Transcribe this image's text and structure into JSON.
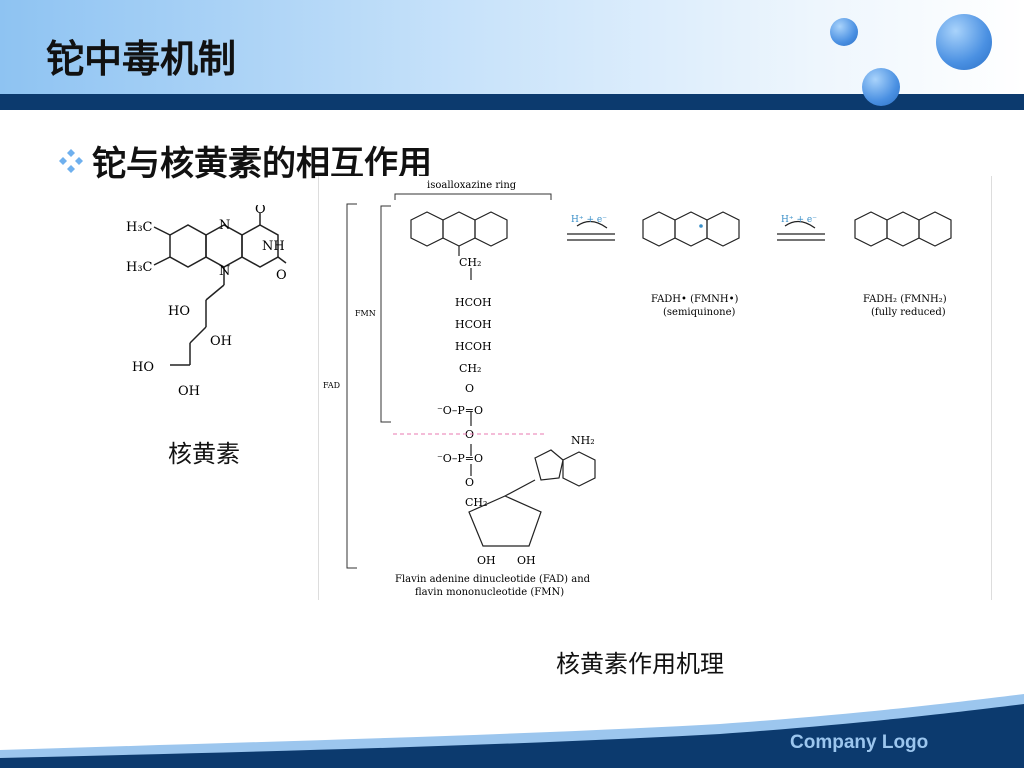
{
  "slide": {
    "title": "铊中毒机制",
    "subtitle": "铊与核黄素的相互作用",
    "company_logo": "Company Logo"
  },
  "left_figure": {
    "caption": "核黄素",
    "labels": {
      "h3c_top": "H₃C",
      "h3c_bottom": "H₃C",
      "n1": "N",
      "n2": "N",
      "nh": "NH",
      "o_top": "O",
      "o_right": "O",
      "ho1": "HO",
      "ho2": "HO",
      "oh1": "OH",
      "oh2": "OH"
    }
  },
  "right_figure": {
    "caption": "核黄素作用机理",
    "ring_label": "isoalloxazine ring",
    "fmn_label": "FMN",
    "fad_label": "FAD",
    "chain": [
      "CH₂",
      "HCOH",
      "HCOH",
      "HCOH",
      "CH₂",
      "O",
      "⁻O–P=O",
      "O",
      "⁻O–P=O",
      "O",
      "CH₂"
    ],
    "nh2": "NH₂",
    "oh_left": "OH",
    "oh_right": "OH",
    "reagent": "H⁺ + e⁻",
    "semiquinone_name": "FADH• (FMNH•)",
    "semiquinone_note": "(semiquinone)",
    "reduced_name": "FADH₂ (FMNH₂)",
    "reduced_note": "(fully reduced)",
    "bottom_caption_1": "Flavin adenine dinucleotide (FAD) and",
    "bottom_caption_2": "flavin mononucleotide (FMN)"
  },
  "colors": {
    "header_bar": "#0c3a6e",
    "bubble": "#4a90e2",
    "logo_text": "#9cc6ee",
    "h_highlight": "#3a8fc8",
    "fmn_divider": "#e87ab0"
  }
}
